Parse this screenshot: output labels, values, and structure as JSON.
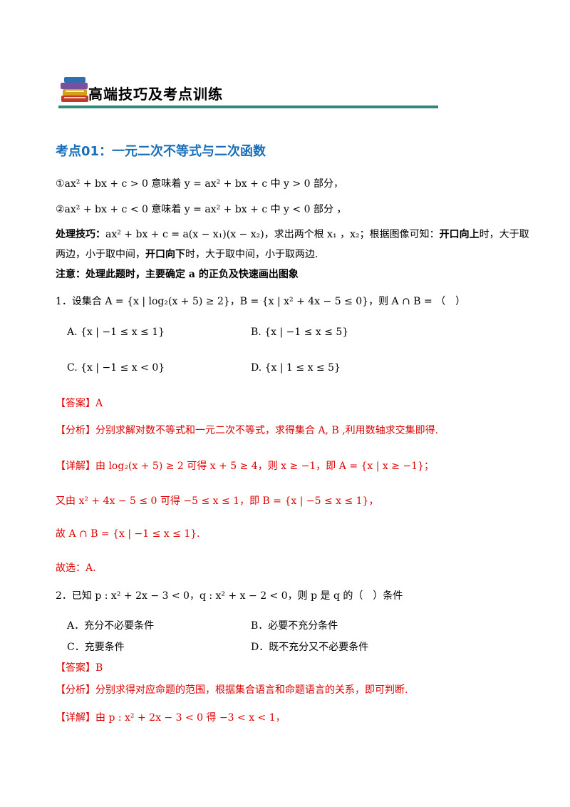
{
  "banner": {
    "title": "高端技巧及考点训练",
    "rule_color": "#2e8b7a"
  },
  "section": {
    "title": "考点01：一元二次不等式与二次函数"
  },
  "lines": {
    "l1": "①ax² + bx + c > 0 意味着 y = ax² + bx + c 中 y > 0 部分，",
    "l2": "②ax² + bx + c < 0 意味着 y = ax² + bx + c 中 y < 0 部分 ，",
    "tip_label": "处理技巧：",
    "tip_body": "ax² + bx + c = a(x − x₁)(x − x₂)，求出两个根 x₁ ，x₂；根据图像可知：",
    "tip_up": "开口向上",
    "tip_up_rest": "时，大于取",
    "tip_line2a": "两边，小于取中间，",
    "tip_down": "开口向下",
    "tip_line2b": "时，大于取中间，小于取两边.",
    "note": "注意：处理此题时，主要确定 a 的正负及快速画出图象"
  },
  "q1": {
    "stem": "1．设集合 A = {x | log₂(x + 5) ≥ 2}，B = {x | x² + 4x − 5 ≤ 0}，则 A ∩ B = （　）",
    "options": [
      "A.  {x | −1 ≤ x ≤ 1}",
      "B.  {x | −1 ≤ x ≤ 5}",
      "C.  {x | −1 ≤ x < 0}",
      "D.  {x | 1 ≤ x ≤ 5}"
    ],
    "answer": "【答案】A",
    "analysis": "【分析】分别求解对数不等式和一元二次不等式，求得集合 A, B ,利用数轴求交集即得.",
    "detail1": "【详解】由 log₂(x + 5) ≥ 2 可得 x + 5 ≥ 4，则 x ≥ −1，即 A = {x | x ≥ −1}；",
    "detail2": "又由 x² + 4x − 5 ≤ 0 可得 −5 ≤ x ≤ 1，即 B = {x | −5 ≤ x ≤ 1}，",
    "detail3": "故 A ∩ B = {x | −1 ≤ x ≤ 1}.",
    "choose": "故选：A."
  },
  "q2": {
    "stem": "2．已知 p : x² + 2x − 3 < 0，q : x² + x − 2 < 0，则 p 是 q 的（　）条件",
    "options": [
      "A．充分不必要条件",
      "B．必要不充分条件",
      "C．充要条件",
      "D．既不充分又不必要条件"
    ],
    "answer": "【答案】B",
    "analysis": "【分析】分别求得对应命题的范围，根据集合语言和命题语言的关系，即可判断.",
    "detail1": "【详解】由 p : x² + 2x − 3 < 0 得 −3 < x < 1，"
  }
}
